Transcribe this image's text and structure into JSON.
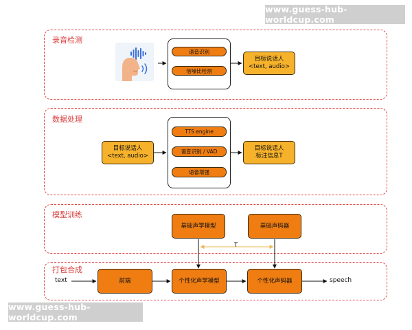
{
  "watermarks": {
    "top": "www.guess-hub-worldcup.com",
    "bottom": "www.guess-hub-worldcup.com"
  },
  "sections": {
    "recording": {
      "title": "录音检测",
      "steps": [
        "语音识别",
        "信噪比检测"
      ],
      "output_line1": "目标说话人",
      "output_line2": "<text, audio>"
    },
    "processing": {
      "title": "数据处理",
      "input_line1": "目标说话人",
      "input_line2": "<text, audio>",
      "steps": [
        "TTS engine",
        "语音识别 / VAD",
        "语音增强"
      ],
      "output_line1": "目标说话人",
      "output_line2": "标注信息T"
    },
    "training": {
      "title": "模型训练",
      "acoustic_base": "基础声学模型",
      "vocoder_base": "基础声码器",
      "t_label": "T"
    },
    "packaging": {
      "title": "打包合成",
      "input_text": "text",
      "frontend": "前端",
      "acoustic_personal": "个性化声学模型",
      "vocoder_personal": "个性化声码器",
      "output_text": "speech"
    }
  },
  "colors": {
    "section_border": "#e04848",
    "title": "#d83a3a",
    "yellow_box": "#f7b22b",
    "orange_box": "#ef7d12",
    "t_line": "#e8c06a"
  }
}
